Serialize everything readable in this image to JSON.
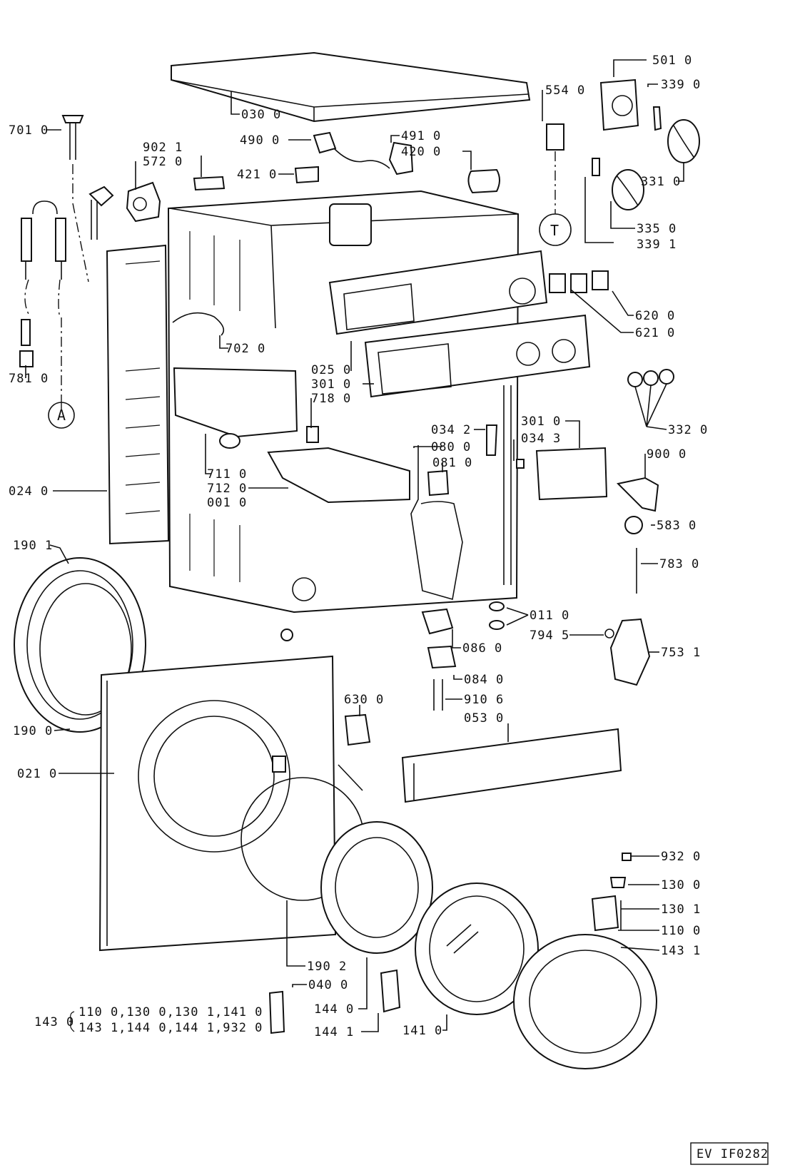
{
  "callouts": [
    {
      "id": "c5010",
      "text": "501 0"
    },
    {
      "id": "c3390",
      "text": "339 0"
    },
    {
      "id": "c5540",
      "text": "554 0"
    },
    {
      "id": "c0300",
      "text": "030 0"
    },
    {
      "id": "c7010",
      "text": "701 0"
    },
    {
      "id": "c4900",
      "text": "490 0"
    },
    {
      "id": "c4910",
      "text": "491 0"
    },
    {
      "id": "c4200",
      "text": "420 0"
    },
    {
      "id": "c9021",
      "text": "902 1"
    },
    {
      "id": "c5720",
      "text": "572 0"
    },
    {
      "id": "c4210",
      "text": "421 0"
    },
    {
      "id": "c3310",
      "text": "331 0"
    },
    {
      "id": "c3350",
      "text": "335 0"
    },
    {
      "id": "c3391",
      "text": "339 1"
    },
    {
      "id": "c6200",
      "text": "620 0"
    },
    {
      "id": "c6210",
      "text": "621 0"
    },
    {
      "id": "c7020",
      "text": "702 0"
    },
    {
      "id": "c7810",
      "text": "781 0"
    },
    {
      "id": "c0250",
      "text": "025 0"
    },
    {
      "id": "c3010a",
      "text": "301 0"
    },
    {
      "id": "c7180",
      "text": "718 0"
    },
    {
      "id": "c3320",
      "text": "332 0"
    },
    {
      "id": "c0342",
      "text": "034 2"
    },
    {
      "id": "c3010b",
      "text": "301 0"
    },
    {
      "id": "c0800",
      "text": "080 0"
    },
    {
      "id": "c0343",
      "text": "034 3"
    },
    {
      "id": "c0810",
      "text": "081 0"
    },
    {
      "id": "c9000",
      "text": "900 0"
    },
    {
      "id": "c7110",
      "text": "711 0"
    },
    {
      "id": "c0240",
      "text": "024 0"
    },
    {
      "id": "c7120",
      "text": "712 0"
    },
    {
      "id": "c0010",
      "text": "001 0"
    },
    {
      "id": "c5830",
      "text": "583 0"
    },
    {
      "id": "c1901",
      "text": "190 1"
    },
    {
      "id": "c7830",
      "text": "783 0"
    },
    {
      "id": "c0110",
      "text": "011 0"
    },
    {
      "id": "c7945",
      "text": "794 5"
    },
    {
      "id": "c0860",
      "text": "086 0"
    },
    {
      "id": "c7531",
      "text": "753 1"
    },
    {
      "id": "c0840",
      "text": "084 0"
    },
    {
      "id": "c6300",
      "text": "630 0"
    },
    {
      "id": "c9106",
      "text": "910 6"
    },
    {
      "id": "c0530",
      "text": "053 0"
    },
    {
      "id": "c1900",
      "text": "190 0"
    },
    {
      "id": "c0210",
      "text": "021 0"
    },
    {
      "id": "c9320",
      "text": "932 0"
    },
    {
      "id": "c1300",
      "text": "130 0"
    },
    {
      "id": "c1301",
      "text": "130 1"
    },
    {
      "id": "c1100",
      "text": "110 0"
    },
    {
      "id": "c1431",
      "text": "143 1"
    },
    {
      "id": "c1902",
      "text": "190 2"
    },
    {
      "id": "c0400",
      "text": "040 0"
    },
    {
      "id": "c1440",
      "text": "144 0"
    },
    {
      "id": "c1441",
      "text": "144 1"
    },
    {
      "id": "c1410",
      "text": "141 0"
    }
  ],
  "kit": {
    "label": "143 0",
    "line1": "110 0,130 0,130 1,141 0",
    "line2": "143 1,144 0,144 1,932 0"
  },
  "markers": {
    "a": "A",
    "t": "T"
  },
  "drawing_ref": "EV IF0282"
}
